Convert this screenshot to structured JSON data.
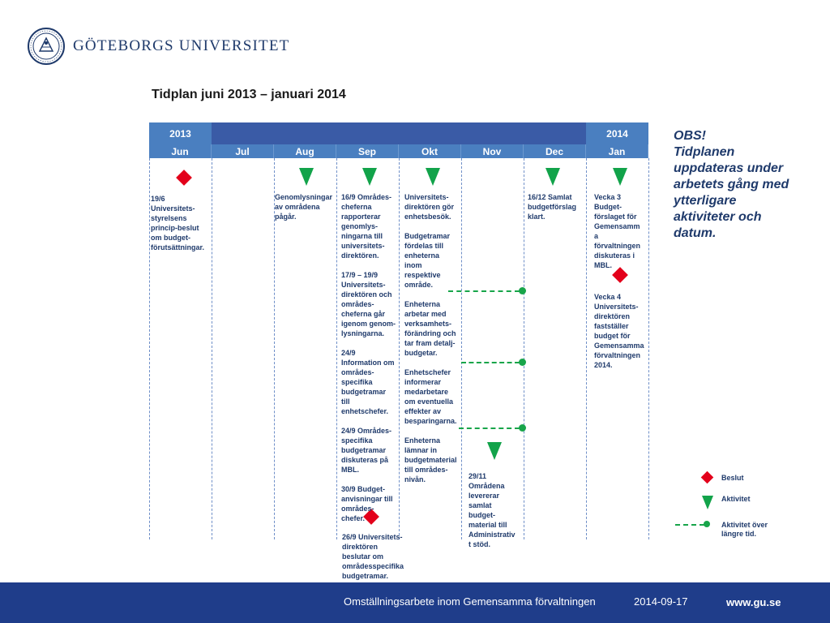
{
  "header": {
    "university": "GÖTEBORGS UNIVERSITET",
    "title": "Tidplan juni 2013 – januari 2014"
  },
  "timeline": {
    "year_left": "2013",
    "year_right": "2014",
    "months": [
      "Jun",
      "Jul",
      "Aug",
      "Sep",
      "Okt",
      "Nov",
      "Dec",
      "Jan"
    ]
  },
  "events": {
    "jun": "19/6\nUniversitets-\nstyrelsens\nprincip-beslut\nom budget-\nförutsättningar.",
    "aug": "Genomlysningar\nav områdena\npågår.",
    "sep": "16/9 Områdes-\ncheferna\nrapporterar\ngenomlys-\nningarna till\nuniversitets-\ndirektören.\n\n17/9 – 19/9\nUniversitets-\ndirektören och\nområdes-\ncheferna går\nigenom genom-\nlysningarna.\n\n24/9\nInformation om\nområdes-\nspecifika\nbudgetramar\ntill\nenhetschefer.\n\n24/9 Områdes-\nspecifika\nbudgetramar\ndiskuteras på\nMBL.\n\n30/9 Budget-\nanvisningar till\nområdes-\nchefer.",
    "sep_decision": "26/9 Universitets-\ndirektören\nbeslutar om\nområdesspecifika\nbudgetramar.",
    "okt": "Universitets-\ndirektören gör\nenhetsbesök.\n\nBudgetramar\nfördelas till\nenheterna\ninom\nrespektive\nområde.\n\nEnheterna\narbetar med\nverksamhets-\nförändring och\ntar fram detalj-\nbudgetar.\n\nEnhetschefer\ninformerar\nmedarbetare\nom eventuella\neffekter av\nbesparingarna.\n\nEnheterna\nlämnar in\nbudgetmaterial\ntill områdes-\nnivån.",
    "nov": "29/11\nOmrådena\nlevererar\nsamlat\nbudget-\nmaterial till\nAdministrativ\nt stöd.",
    "dec": "16/12 Samlat\nbudgetförslag\nklart.",
    "jan_v3": "Vecka 3\nBudget-\nförslaget för\nGemensamm\na\nförvaltningen\ndiskuteras i\nMBL.",
    "jan_v4": "Vecka 4\nUniversitets-\ndirektören\nfastställer\nbudget för\nGemensamma\nförvaltningen\n2014."
  },
  "note": "OBS!\nTidplanen\nuppdateras under\narbetets gång med\nytterligare\naktiviteter och\ndatum.",
  "legend": {
    "decision": "Beslut",
    "activity": "Aktivitet",
    "long_activity": "Aktivitet över\nlängre tid."
  },
  "footer": {
    "subject": "Omställningsarbete inom Gemensamma förvaltningen",
    "date": "2014-09-17",
    "url": "www.gu.se"
  },
  "colors": {
    "year_bar": "#3a5ba6",
    "month_bar": "#4a7fc0",
    "decision": "#e3001b",
    "activity": "#12a34a",
    "footer": "#1f3d8a"
  },
  "icons": [
    "university-seal-icon",
    "decision-diamond-icon",
    "activity-triangle-icon",
    "long-activity-line-icon"
  ]
}
